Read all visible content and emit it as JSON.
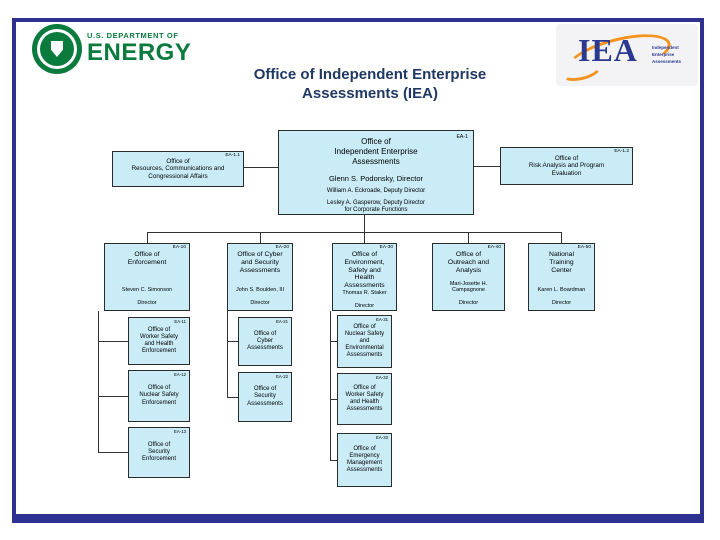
{
  "slide": {
    "doe_logo": {
      "dept_line": "U.S. DEPARTMENT OF",
      "energy_line": "ENERGY"
    },
    "title": "Office of Independent Enterprise\nAssessments (IEA)",
    "iea_logo": {
      "acronym": "IEA",
      "tagline": "Independent\nEnterprise\nAssessments"
    }
  },
  "colors": {
    "frame": "#2f3190",
    "box-fill": "#c9ecf7",
    "box-border": "#2b2b2b",
    "title-navy": "#203864",
    "doe-green": "#0a7a3d",
    "iea-navy": "#2b3990",
    "iea-orange": "#f6921e",
    "line": "#333333"
  },
  "org": {
    "ea1": {
      "code": "EA-1",
      "title": "Office of\nIndependent Enterprise\nAssessments",
      "director": "Glenn S. Podonsky, Director",
      "deputy1": "William A. Eckroade, Deputy Director",
      "deputy2": "Lesley A. Gasperow, Deputy Director\nfor Corporate Functions"
    },
    "ea1_1": {
      "code": "EA-1.1",
      "title": "Office of\nResources, Communications and\nCongressional Affairs"
    },
    "ea1_2": {
      "code": "EA-1.2",
      "title": "Office of\nRisk Analysis and Program\nEvaluation"
    },
    "ea10": {
      "code": "EA-10",
      "title": "Office of\nEnforcement",
      "director": "Steven C. Simonson",
      "role": "Director"
    },
    "ea20": {
      "code": "EA-20",
      "title": "Office of Cyber\nand Security\nAssessments",
      "director": "John S. Boulden, III",
      "role": "Director"
    },
    "ea30": {
      "code": "EA-30",
      "title": "Office of\nEnvironment,\nSafety and\nHealth\nAssessments",
      "director": "Thomas R. Staker",
      "role": "Director"
    },
    "ea40": {
      "code": "EA-40",
      "title": "Office of\nOutreach and\nAnalysis",
      "director": "Mari-Josette H.\nCampagnone",
      "role": "Director"
    },
    "ea50": {
      "code": "EA-50",
      "title": "National\nTraining\nCenter",
      "director": "Karen L. Boardman",
      "role": "Director"
    },
    "ea11": {
      "code": "EA-11",
      "title": "Office of\nWorker Safety\nand Health\nEnforcement"
    },
    "ea12": {
      "code": "EA-12",
      "title": "Office of\nNuclear Safety\nEnforcement"
    },
    "ea13": {
      "code": "EA-13",
      "title": "Office of\nSecurity\nEnforcement"
    },
    "ea21": {
      "code": "EA-21",
      "title": "Office of\nCyber\nAssessments"
    },
    "ea22": {
      "code": "EA-22",
      "title": "Office of\nSecurity\nAssessments"
    },
    "ea31": {
      "code": "EA-31",
      "title": "Office of\nNuclear Safety\nand\nEnvironmental\nAssessments"
    },
    "ea32": {
      "code": "EA-32",
      "title": "Office of\nWorker Safety\nand Health\nAssessments"
    },
    "ea33": {
      "code": "EA-33",
      "title": "Office of\nEmergency\nManagement\nAssessments"
    }
  }
}
